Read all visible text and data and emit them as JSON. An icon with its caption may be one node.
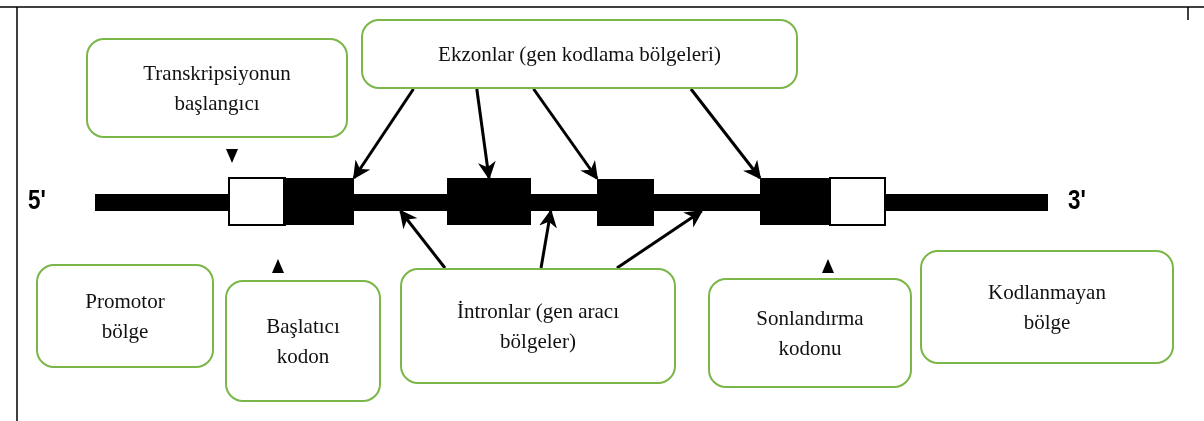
{
  "diagram": {
    "nodes": [
      {
        "text": [
          "Transkripsiyonun başlangıcı"
        ]
      },
      {
        "text": [
          "Ekzonlar (gen kodlama bölgeleri)"
        ]
      },
      {
        "text": [],
        "shape": "box"
      },
      {
        "text": [],
        "shape": "bar"
      },
      {
        "text": [],
        "shape": "box"
      },
      {
        "text": [],
        "shape": "bar"
      },
      {
        "text": [],
        "shape": "box"
      },
      {
        "text": [],
        "shape": "bar"
      },
      {
        "text": [],
        "shape": "box"
      },
      {
        "text": [
          "Promotor bölge"
        ]
      },
      {
        "text": [
          "Başlatıcı kodon"
        ]
      },
      {
        "text": [
          "İntronlar (gen aracı bölgeler)"
        ]
      },
      {
        "text": [
          "Sonlandırma kodonu"
        ]
      },
      {
        "text": [
          "Kodlanmayan bölge"
        ]
      }
    ],
    "edges": [
      {
        "from": 1,
        "to": 2,
        "arrow": "to"
      },
      {
        "from": 1,
        "to": 4,
        "arrow": "to"
      },
      {
        "from": 1,
        "to": 6,
        "arrow": "to"
      },
      {
        "from": 1,
        "to": 8,
        "arrow": "to"
      },
      {
        "from": 11,
        "to": 3,
        "arrow": "to"
      },
      {
        "from": 11,
        "to": 5,
        "arrow": "to"
      },
      {
        "from": 11,
        "to": 7,
        "arrow": "to"
      }
    ],
    "labels": [
      "5'",
      "3'"
    ]
  }
}
